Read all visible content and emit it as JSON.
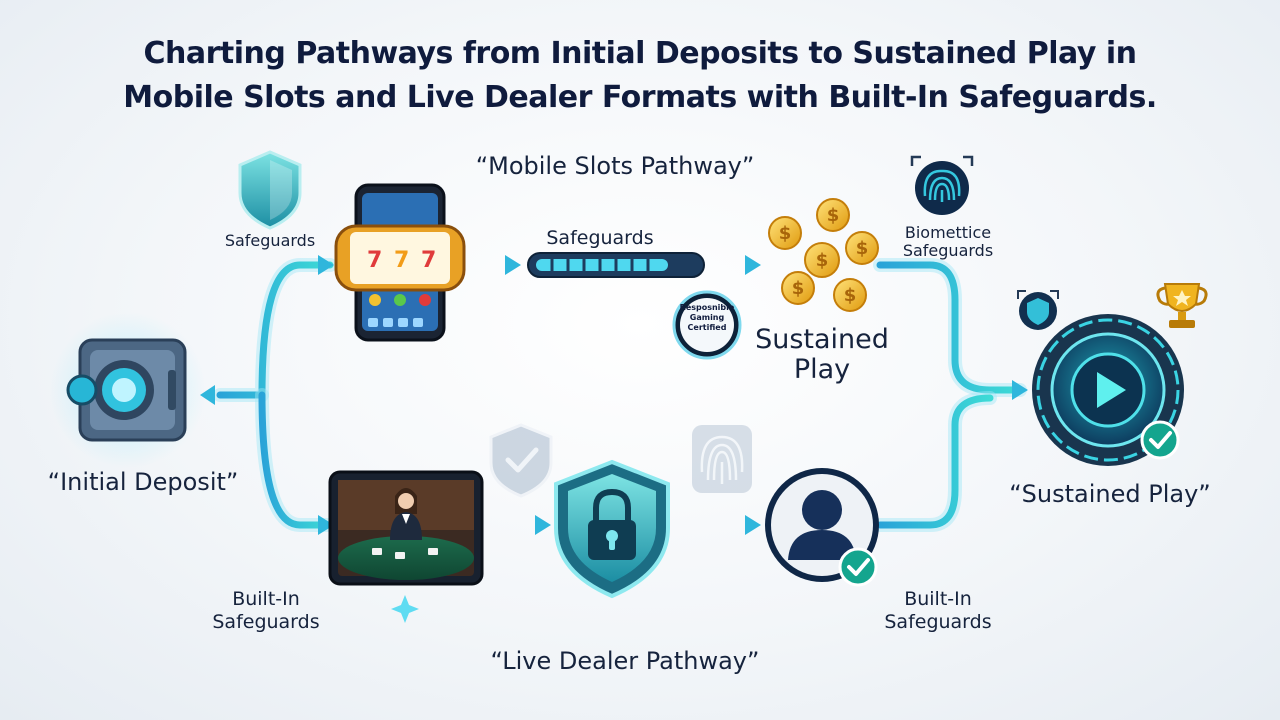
{
  "title": {
    "line1": "Charting Pathways from Initial Deposits to Sustained Play in",
    "line2": "Mobile Slots and Live Dealer Formats with Built-In Safeguards."
  },
  "nodes": {
    "initial_deposit": "“Initial Deposit”",
    "mobile_pathway": "“Mobile Slots Pathway”",
    "live_pathway": "“Live Dealer Pathway”",
    "sustained_play_center_line1": "Sustained",
    "sustained_play_center_line2": "Play",
    "sustained_play_end": "“Sustained Play”"
  },
  "labels": {
    "safeguards_topleft": "Safeguards",
    "safeguards_progress": "Safeguards",
    "biometric_line1": "Biomettice",
    "biometric_line2": "Safeguards",
    "builtin_left_line1": "Built-In",
    "builtin_left_line2": "Safeguards",
    "builtin_right_line1": "Built-In",
    "builtin_right_line2": "Safeguards"
  },
  "badge": {
    "line1": "Resposnible",
    "line2": "Gaming",
    "line3": "Certified"
  },
  "colors": {
    "flow": "#2fc4e0",
    "flow_glow": "#8fe8f5",
    "navy": "#0f1b3d",
    "teal": "#1fa9b8",
    "gold": "#f0b41f",
    "check_green": "#1ab59b"
  }
}
